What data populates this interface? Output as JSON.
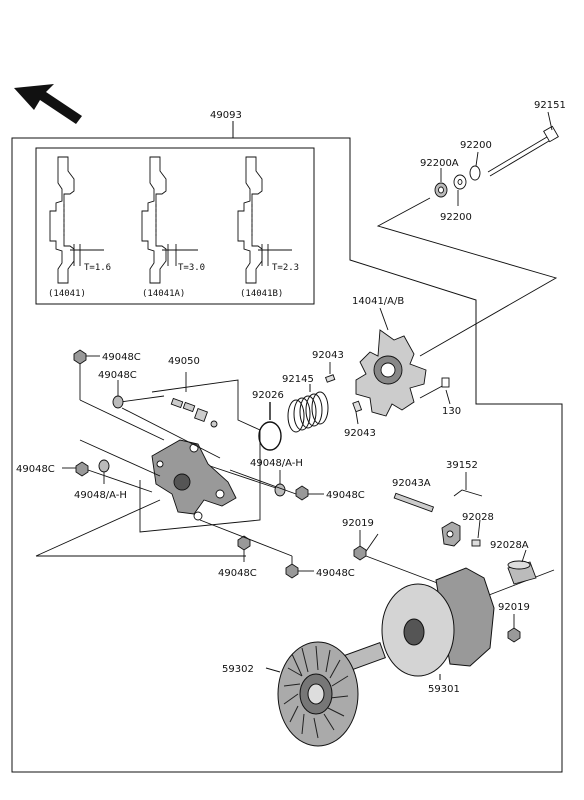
{
  "diagram": {
    "assembly_number": "49093",
    "inset": {
      "t_values": [
        "T=1.6",
        "T=3.0",
        "T=2.3"
      ],
      "variant_labels": [
        "(14041)",
        "(14041A)",
        "(14041B)"
      ]
    },
    "labels": {
      "p92151": "92151",
      "p92200": "92200",
      "p92200A": "92200A",
      "p92200b": "92200",
      "p14041AB": "14041/A/B",
      "p49048C_1": "49048C",
      "p49050": "49050",
      "p49048C_2": "49048C",
      "p92043_top": "92043",
      "p92145": "92145",
      "p92026": "92026",
      "p130": "130",
      "p92043_bot": "92043",
      "p49048AH_r": "49048/A-H",
      "p49048C_left": "49048C",
      "p49048C_r": "49048C",
      "p49048AH_l": "49048/A-H",
      "p39152": "39152",
      "p92043A": "92043A",
      "p92019_top": "92019",
      "p92028": "92028",
      "p92028A": "92028A",
      "p49048C_b1": "49048C",
      "p49048C_b2": "49048C",
      "p92019_bot": "92019",
      "p59302": "59302",
      "p59301": "59301"
    }
  }
}
